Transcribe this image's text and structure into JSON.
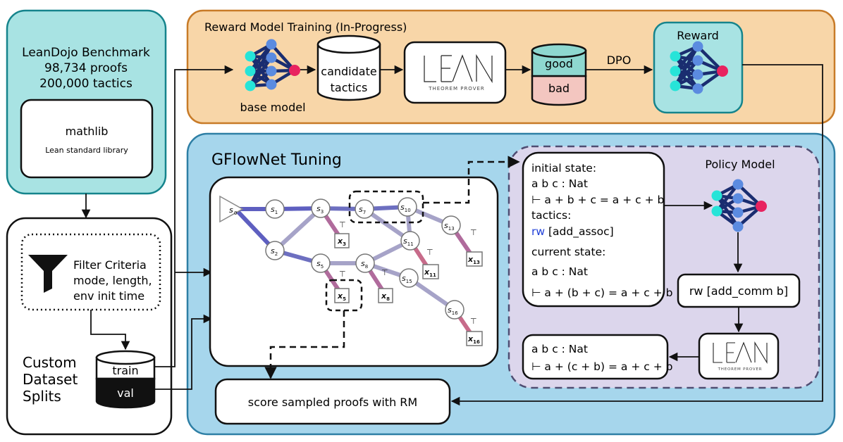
{
  "benchmark": {
    "title": "LeanDojo Benchmark",
    "proofs": "98,734 proofs",
    "tactics": "200,000 tactics",
    "library_name": "mathlib",
    "library_desc": "Lean standard library"
  },
  "dataset": {
    "filter_title": "Filter Criteria",
    "filter_line2": "mode, length,",
    "filter_line3": "env init time",
    "label_line1": "Custom",
    "label_line2": "Dataset",
    "label_line3": "Splits",
    "train_label": "train",
    "val_label": "val"
  },
  "reward": {
    "title": "Reward Model Training (In-Progress)",
    "base_model_label": "base model",
    "candidate_line1": "candidate",
    "candidate_line2": "tactics",
    "good_label": "good",
    "bad_label": "bad",
    "dpo_label": "DPO",
    "reward_label": "Reward"
  },
  "prover": {
    "name": "LEAN",
    "subtitle": "THEOREM PROVER"
  },
  "gflownet": {
    "title": "GFlowNet Tuning",
    "score_label": "score sampled proofs with RM",
    "policy_title": "Policy Model",
    "state_lines": [
      "initial state:",
      "a b c : Nat",
      "⊢ a + b + c = a + c + b",
      "tactics:",
      "[add_assoc]",
      "current state:",
      "a b c : Nat",
      "⊢ a + (b + c) = a + c + b"
    ],
    "rw_keyword": "rw",
    "action_label": "rw [add_comm b]",
    "result_line1": "a b c : Nat",
    "result_line2": "⊢ a + (c + b) = a + c + b"
  },
  "graph": {
    "nodes": [
      "s0",
      "s1",
      "s2",
      "s3",
      "s5",
      "s7",
      "s8",
      "s10",
      "s11",
      "s13",
      "s15",
      "s16"
    ],
    "terminals": [
      "x3",
      "x5",
      "x8",
      "x11",
      "x13",
      "x16"
    ]
  },
  "colors": {
    "teal_box": "#a8e3e3",
    "orange_box": "#f8d6a8",
    "blue_box": "#a6d6ec",
    "purple_box": "#dcd6ec",
    "good_fill": "#8ed8d0",
    "bad_fill": "#f3c6c0",
    "rw_keyword": "#1f3fd8",
    "node_cyan": "#27e4d8",
    "node_blue": "#5b8be0",
    "node_magenta": "#e8235f"
  }
}
